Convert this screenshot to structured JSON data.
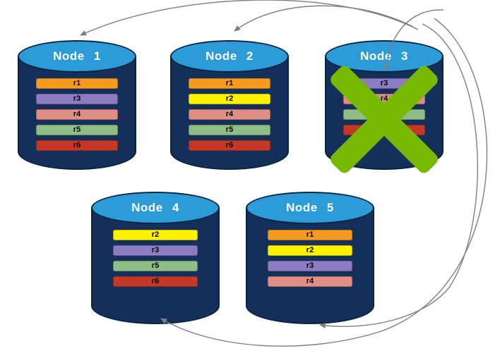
{
  "palette": {
    "cylinder_body": "#14305A",
    "cylinder_top": "#2B9CD8",
    "cylinder_outline": "#0B2444",
    "arrow": "#7F7F7F",
    "failure_x": "#76B900"
  },
  "replica_colors": {
    "r1": "#F79B1E",
    "r2": "#FFF200",
    "r3": "#8E7CC3",
    "r4": "#E08D85",
    "r5": "#8FBE85",
    "r6": "#C53826"
  },
  "nodes": [
    {
      "id": "node-1",
      "label": "Node 1",
      "failed": false,
      "replicas": [
        "r1",
        "r3",
        "r4",
        "r5",
        "r6"
      ]
    },
    {
      "id": "node-2",
      "label": "Node 2",
      "failed": false,
      "replicas": [
        "r1",
        "r2",
        "r4",
        "r5",
        "r6"
      ]
    },
    {
      "id": "node-3",
      "label": "Node 3",
      "failed": true,
      "replicas": [
        "r3",
        "r4",
        "r5",
        "r6"
      ]
    },
    {
      "id": "node-4",
      "label": "Node 4",
      "failed": false,
      "replicas": [
        "r2",
        "r3",
        "r5",
        "r6"
      ]
    },
    {
      "id": "node-5",
      "label": "Node 5",
      "failed": false,
      "replicas": [
        "r1",
        "r2",
        "r3",
        "r4"
      ]
    }
  ],
  "arrows": [
    {
      "from": "node-3",
      "to": "node-1"
    },
    {
      "from": "node-3",
      "to": "node-2"
    },
    {
      "from": "node-3",
      "to": "node-3-replica-r3"
    },
    {
      "from": "node-3",
      "to": "node-4"
    },
    {
      "from": "node-3",
      "to": "node-5"
    }
  ]
}
